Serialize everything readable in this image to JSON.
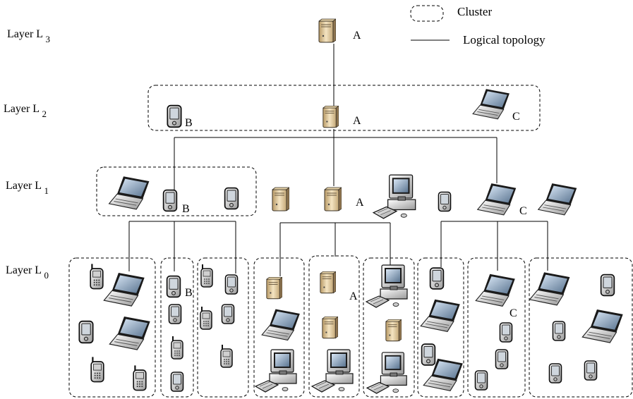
{
  "legend": {
    "cluster_label": "Cluster",
    "topology_label": "Logical topology"
  },
  "layers": [
    {
      "label": "Layer L",
      "sub": "3"
    },
    {
      "label": "Layer L",
      "sub": "2"
    },
    {
      "label": "Layer L",
      "sub": "1"
    },
    {
      "label": "Layer L",
      "sub": "0"
    }
  ],
  "node_labels": {
    "L3_server": "A",
    "L2_pda": "B",
    "L2_server": "A",
    "L2_laptop": "C",
    "L1_pda": "B",
    "L1_server": "A",
    "L1_laptop": "C",
    "L0_pda": "B",
    "L0_server": "A",
    "L0_laptop": "C"
  },
  "icon_types": [
    "server-icon",
    "laptop-icon",
    "pda-icon",
    "cellphone-icon",
    "desktop-icon"
  ]
}
